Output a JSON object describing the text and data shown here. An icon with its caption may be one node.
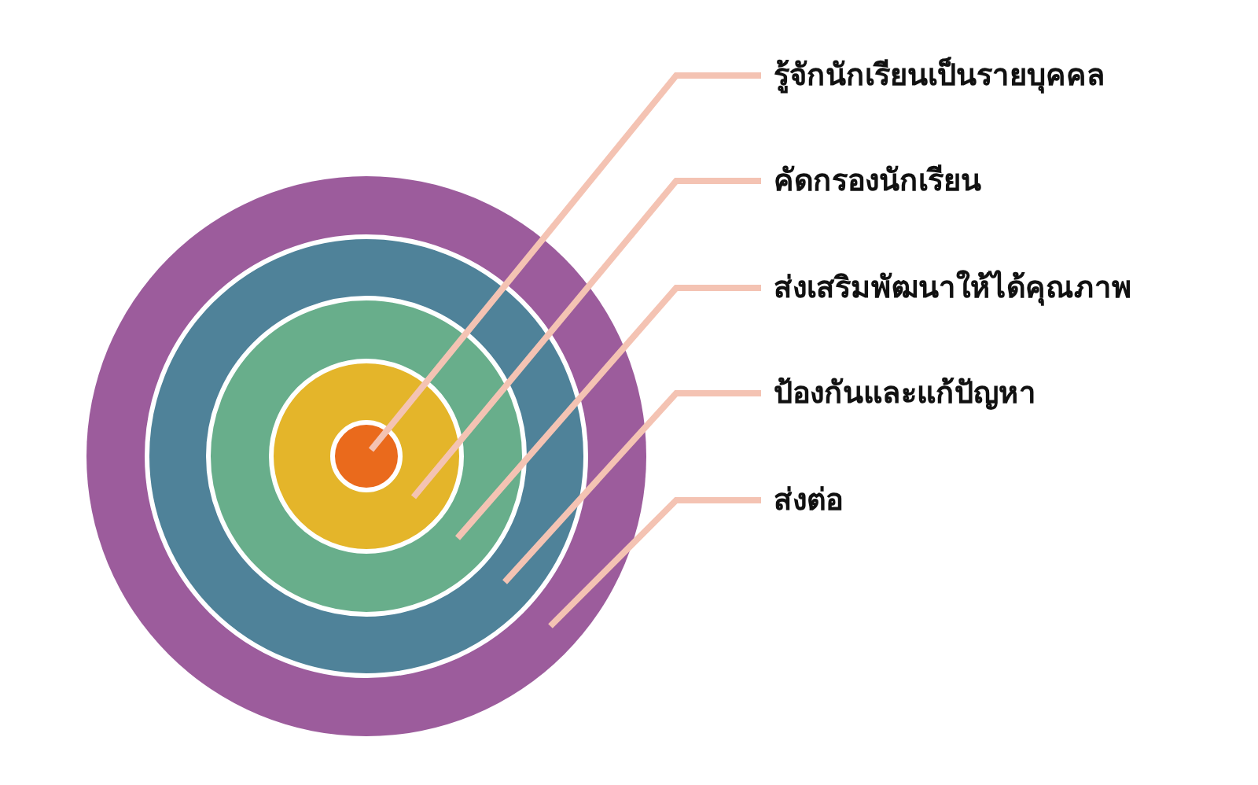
{
  "diagram": {
    "nodes": [
      {
        "text": [
          "รู้จักนักเรียนเป็นรายบุคคล"
        ]
      },
      {
        "text": [
          "คัดกรองนักเรียน"
        ]
      },
      {
        "text": [
          "ส่งเสริมพัฒนาให้ได้คุณภาพ"
        ]
      },
      {
        "text": [
          "ป้องกันและแก้ปัญหา"
        ]
      },
      {
        "text": [
          "ส่งต่อ"
        ]
      },
      {
        "text": [],
        "shape": "circle"
      },
      {
        "text": [],
        "shape": "circle",
        "in": 5
      },
      {
        "text": [],
        "shape": "circle",
        "in": 6
      },
      {
        "text": [],
        "shape": "circle",
        "in": 7
      },
      {
        "text": [],
        "shape": "circle",
        "in": 8
      }
    ],
    "edges": [
      {
        "from": 0,
        "to": 9,
        "arrow": "none"
      },
      {
        "from": 1,
        "to": 8,
        "arrow": "none"
      },
      {
        "from": 2,
        "to": 7,
        "arrow": "none"
      },
      {
        "from": 3,
        "to": 6,
        "arrow": "none"
      },
      {
        "from": 4,
        "to": 5,
        "arrow": "none"
      }
    ]
  }
}
